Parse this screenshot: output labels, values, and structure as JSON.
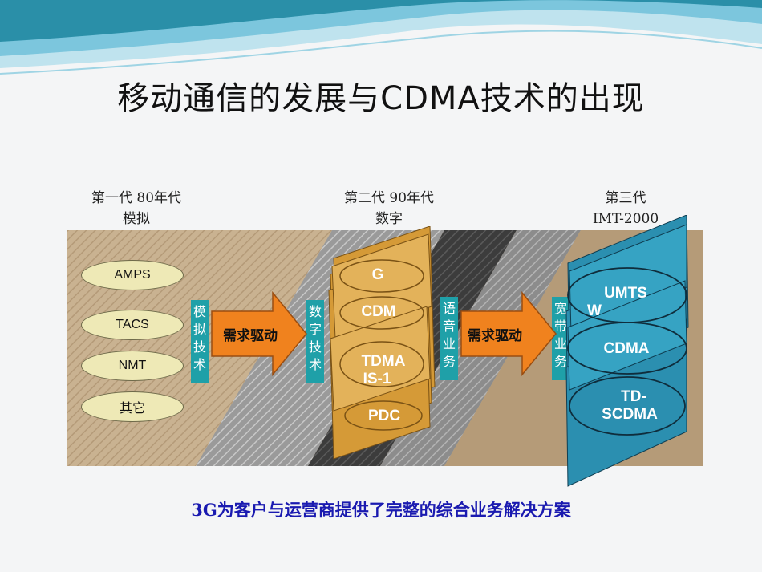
{
  "slide": {
    "title": "移动通信的发展与CDMA技术的出现",
    "bottom_text": "3G为客户与运营商提供了完整的综合业务解决方案"
  },
  "generations": [
    {
      "line1": "第一代  80年代",
      "line2": "模拟"
    },
    {
      "line1": "第二代 90年代",
      "line2": "数字"
    },
    {
      "line1": "第三代",
      "line2": "IMT-2000"
    }
  ],
  "first_gen_systems": [
    "AMPS",
    "TACS",
    "NMT",
    "其它"
  ],
  "vertical_labels": {
    "analog_tech": "模拟技术",
    "digital_tech": "数字技术",
    "voice_service": "语音业务",
    "broadband_service": "宽带业务"
  },
  "arrows": {
    "arrow1": "需求驱动",
    "arrow2": "需求驱动"
  },
  "second_gen_systems": {
    "top": "G",
    "cdma": "CDM",
    "tdma_1": "TDMA",
    "tdma_2": "IS-1",
    "pdc": "PDC"
  },
  "third_gen_systems": {
    "umts_1": "UMTS",
    "umts_2": "W",
    "cdma": "CDMA",
    "tdscdma_1": "TD-",
    "tdscdma_2": "SCDMA"
  },
  "colors": {
    "wave_dark": "#2a8fa8",
    "wave_light": "#bfe3ee",
    "board_tan": "#b59b78",
    "orange_card": "#d59a37",
    "teal_card": "#2b8fb0",
    "arrow_orange": "#f0821e",
    "label_teal": "#1fa0a8",
    "bottom_text_color": "#1a1ab0"
  }
}
